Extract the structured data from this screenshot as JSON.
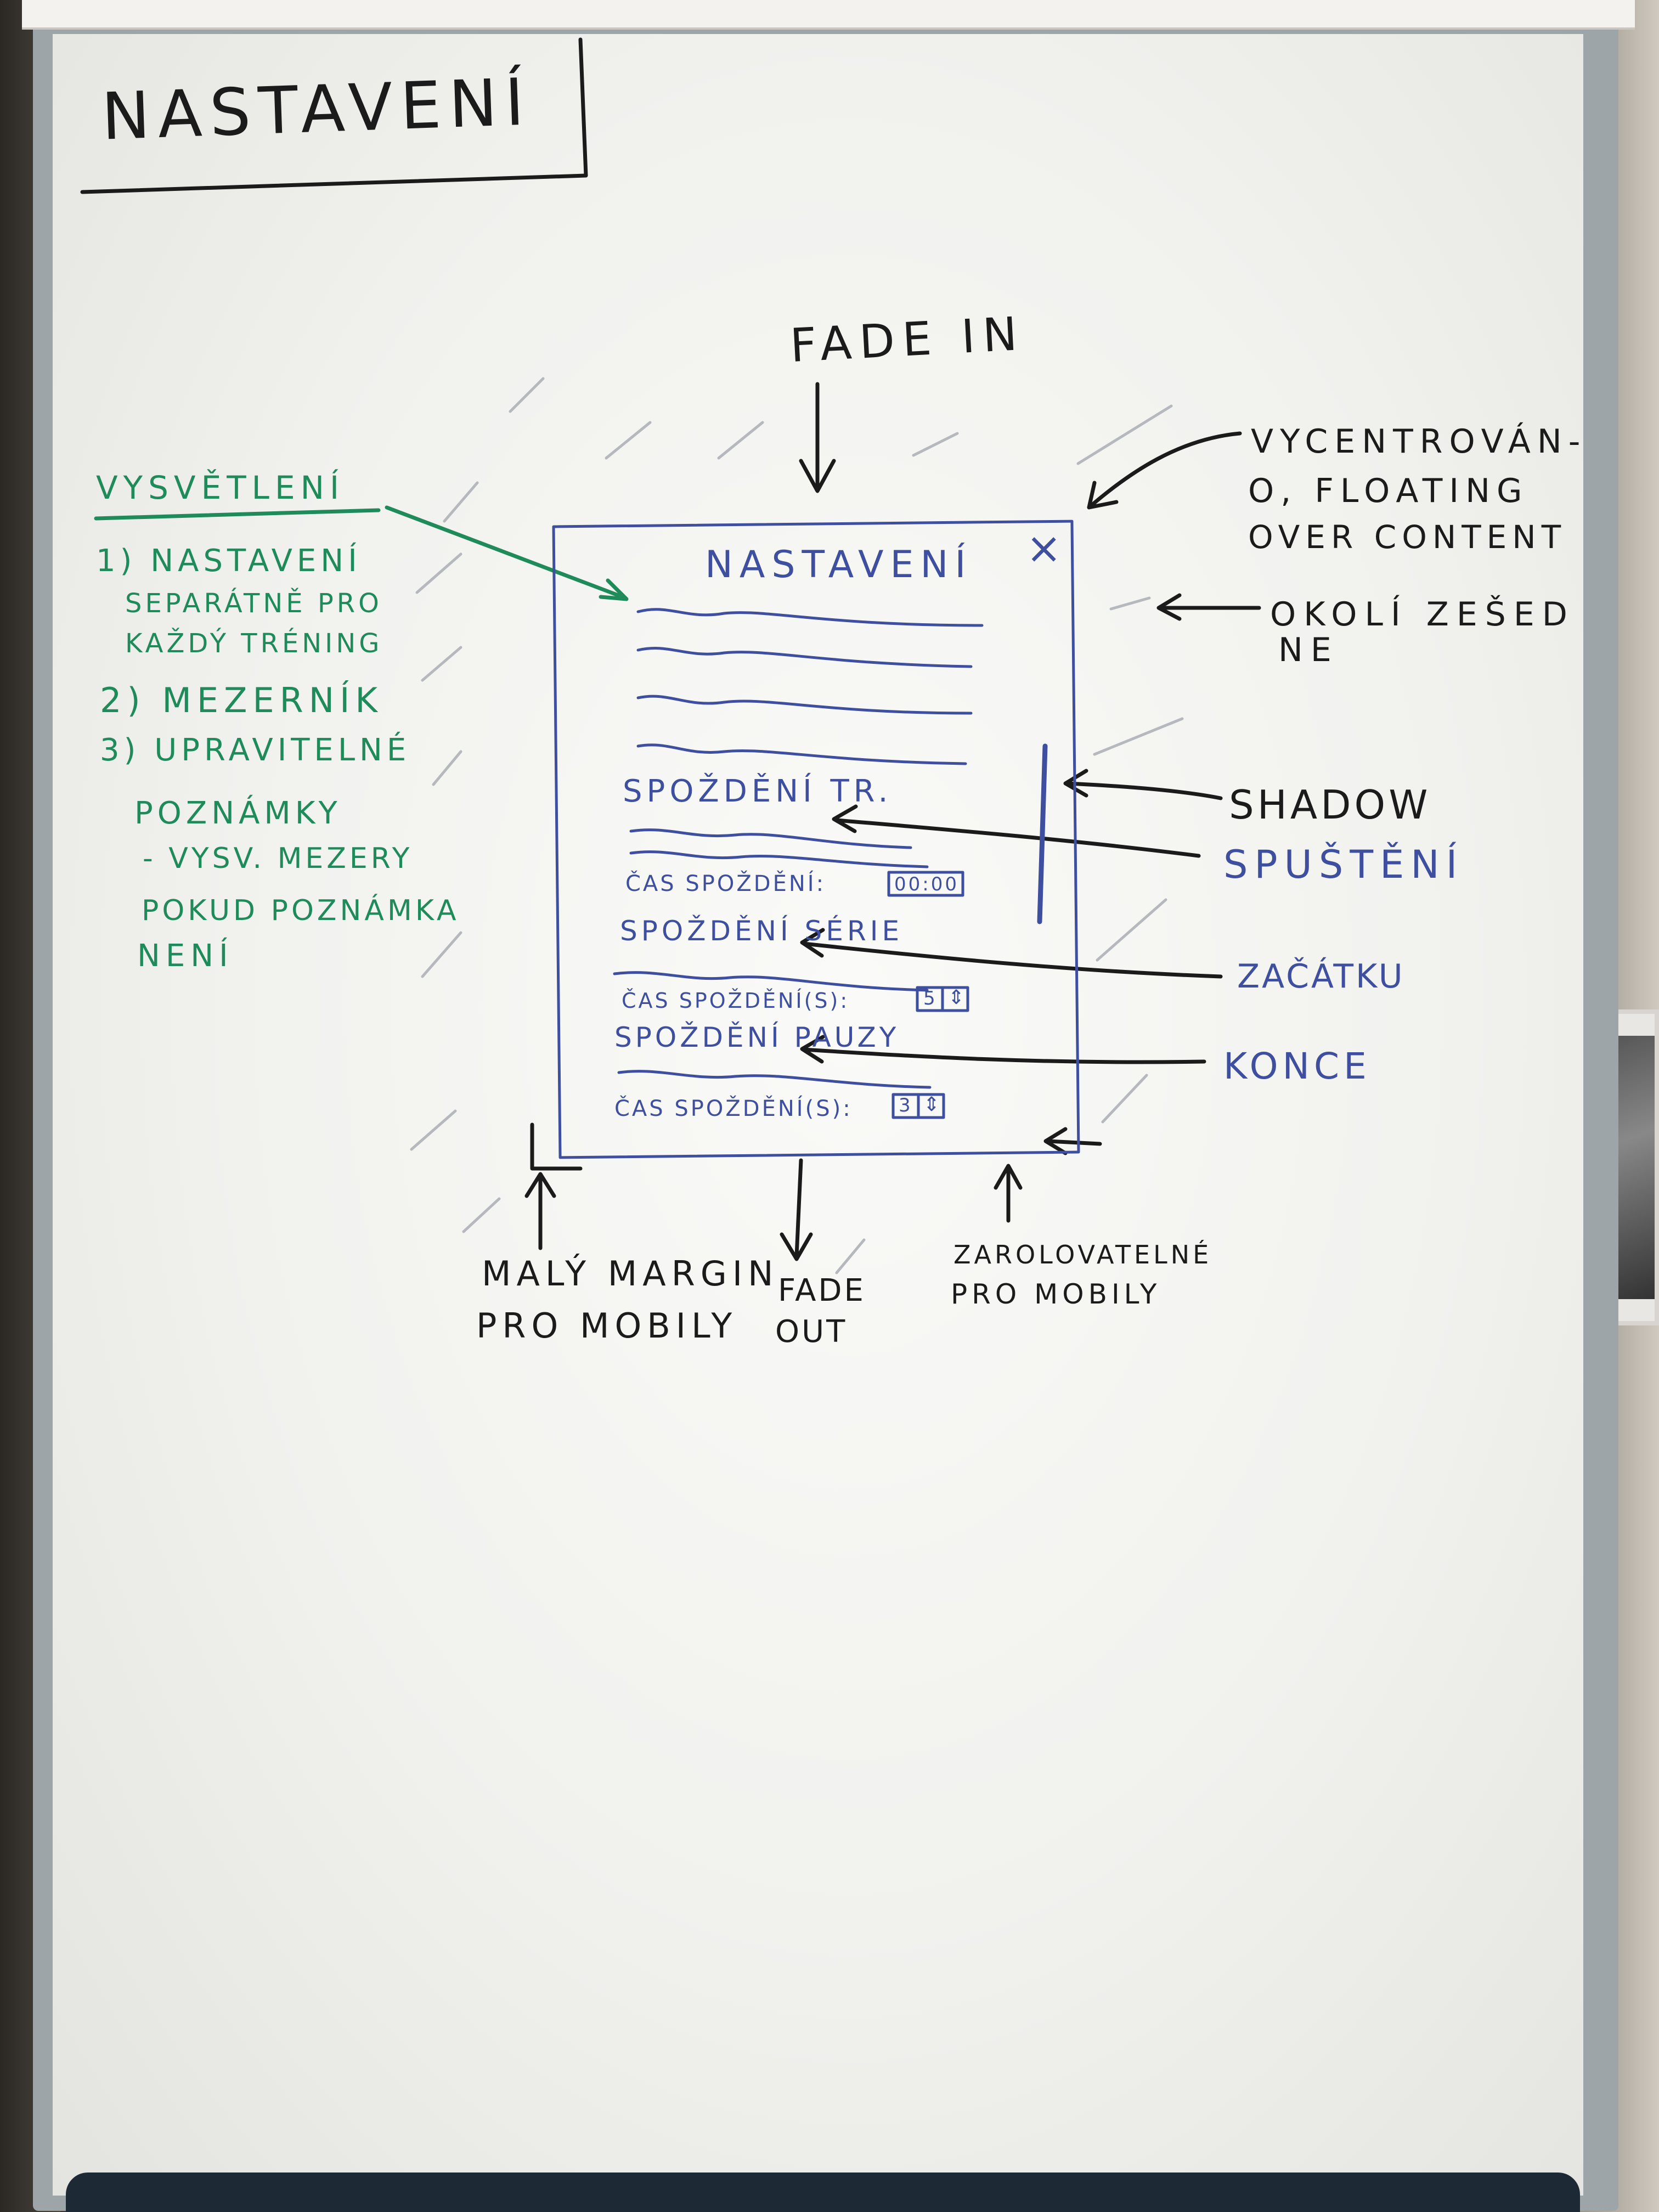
{
  "board": {
    "title": "NASTAVENÍ",
    "fade_in": "FADE IN",
    "fade_out_1": "FADE",
    "fade_out_2": "OUT",
    "centered_1": "VYCENTROVÁN-",
    "centered_2": "O, FLOATING",
    "centered_3": "OVER CONTENT",
    "greyed_1": "OKOLÍ ZEŠED",
    "greyed_2": "NE",
    "shadow": "SHADOW",
    "small_margin_1": "MALÝ MARGIN",
    "small_margin_2": "PRO MOBILY",
    "scrollable_1": "ZAROLOVATELNÉ",
    "scrollable_2": "PRO MOBILY",
    "spusteni": "SPUŠTĚNÍ",
    "zacatku": "ZAČÁTKU",
    "konce": "KONCE"
  },
  "explanation": {
    "heading": "VYSVĚTLENÍ",
    "line1": "1) NASTAVENÍ",
    "line2": "SEPARÁTNĚ PRO",
    "line3": "KAŽDÝ TRÉNING",
    "line4": "2) MEZERNÍK",
    "line5": "3) UPRAVITELNÉ",
    "line6": "POZNÁMKY",
    "line7": "- VYSV. MEZERY",
    "line8": "POKUD POZNÁMKA",
    "line9": "NENÍ"
  },
  "dialog": {
    "title": "NASTAVENÍ",
    "close_glyph": "×",
    "section1_label": "SPOŽDĚNÍ TR.",
    "section1_field_label": "ČAS SPOŽDĚNÍ:",
    "section1_field_value": "00:00",
    "section2_label": "SPOŽDĚNÍ SÉRIE",
    "section2_field_label": "ČAS SPOŽDĚNÍ(S):",
    "section2_field_value": "5",
    "section3_label": "SPOŽDĚNÍ PAUZY",
    "section3_field_label": "ČAS SPOŽDĚNÍ(S):",
    "section3_field_value": "3",
    "stepper_glyph": "⇕"
  },
  "colors": {
    "black_marker": "#1b1b1b",
    "green_marker": "#1f8a5a",
    "blue_marker": "#3d4f9e"
  }
}
